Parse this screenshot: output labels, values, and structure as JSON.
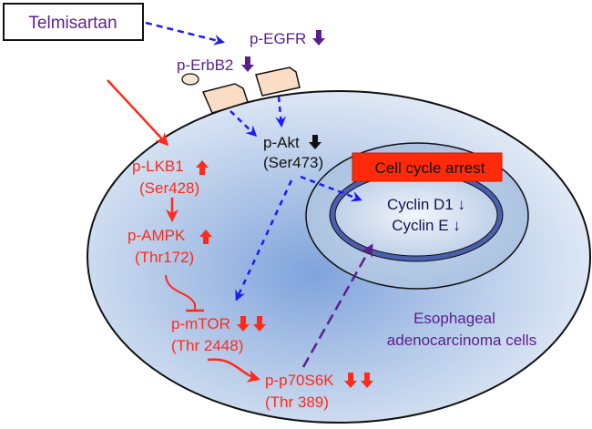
{
  "drug": {
    "label": "Telmisartan"
  },
  "receptors": {
    "erbb2": {
      "label": "p-ErbB2",
      "change": "down"
    },
    "egfr": {
      "label": "p-EGFR",
      "change": "down"
    }
  },
  "akt": {
    "label": "p-Akt",
    "site": "(Ser473)",
    "change": "down"
  },
  "lkb1": {
    "label": "p-LKB1",
    "site": "(Ser428)",
    "change": "up"
  },
  "ampk": {
    "label": "p-AMPK",
    "site": "(Thr172)",
    "change": "up"
  },
  "mtor": {
    "label": "p-mTOR",
    "site": "(Thr 2448)",
    "change": "down-down"
  },
  "p70s6k": {
    "label": "p-p70S6K",
    "site": "(Thr 389)",
    "change": "down-down"
  },
  "nucleus": {
    "banner": "Cell cycle arrest",
    "cyclin_d1": "Cyclin D1 ↓",
    "cyclin_e": "Cyclin E ↓"
  },
  "cell": {
    "line1": "Esophageal",
    "line2": "adenocarcinoma cells"
  },
  "colors": {
    "red": "#ff2a1a",
    "purple": "#5b1f8c",
    "blue": "#1a1aff",
    "banner": "#ff2a0a",
    "receptor_fill": "#fbdcc4"
  }
}
